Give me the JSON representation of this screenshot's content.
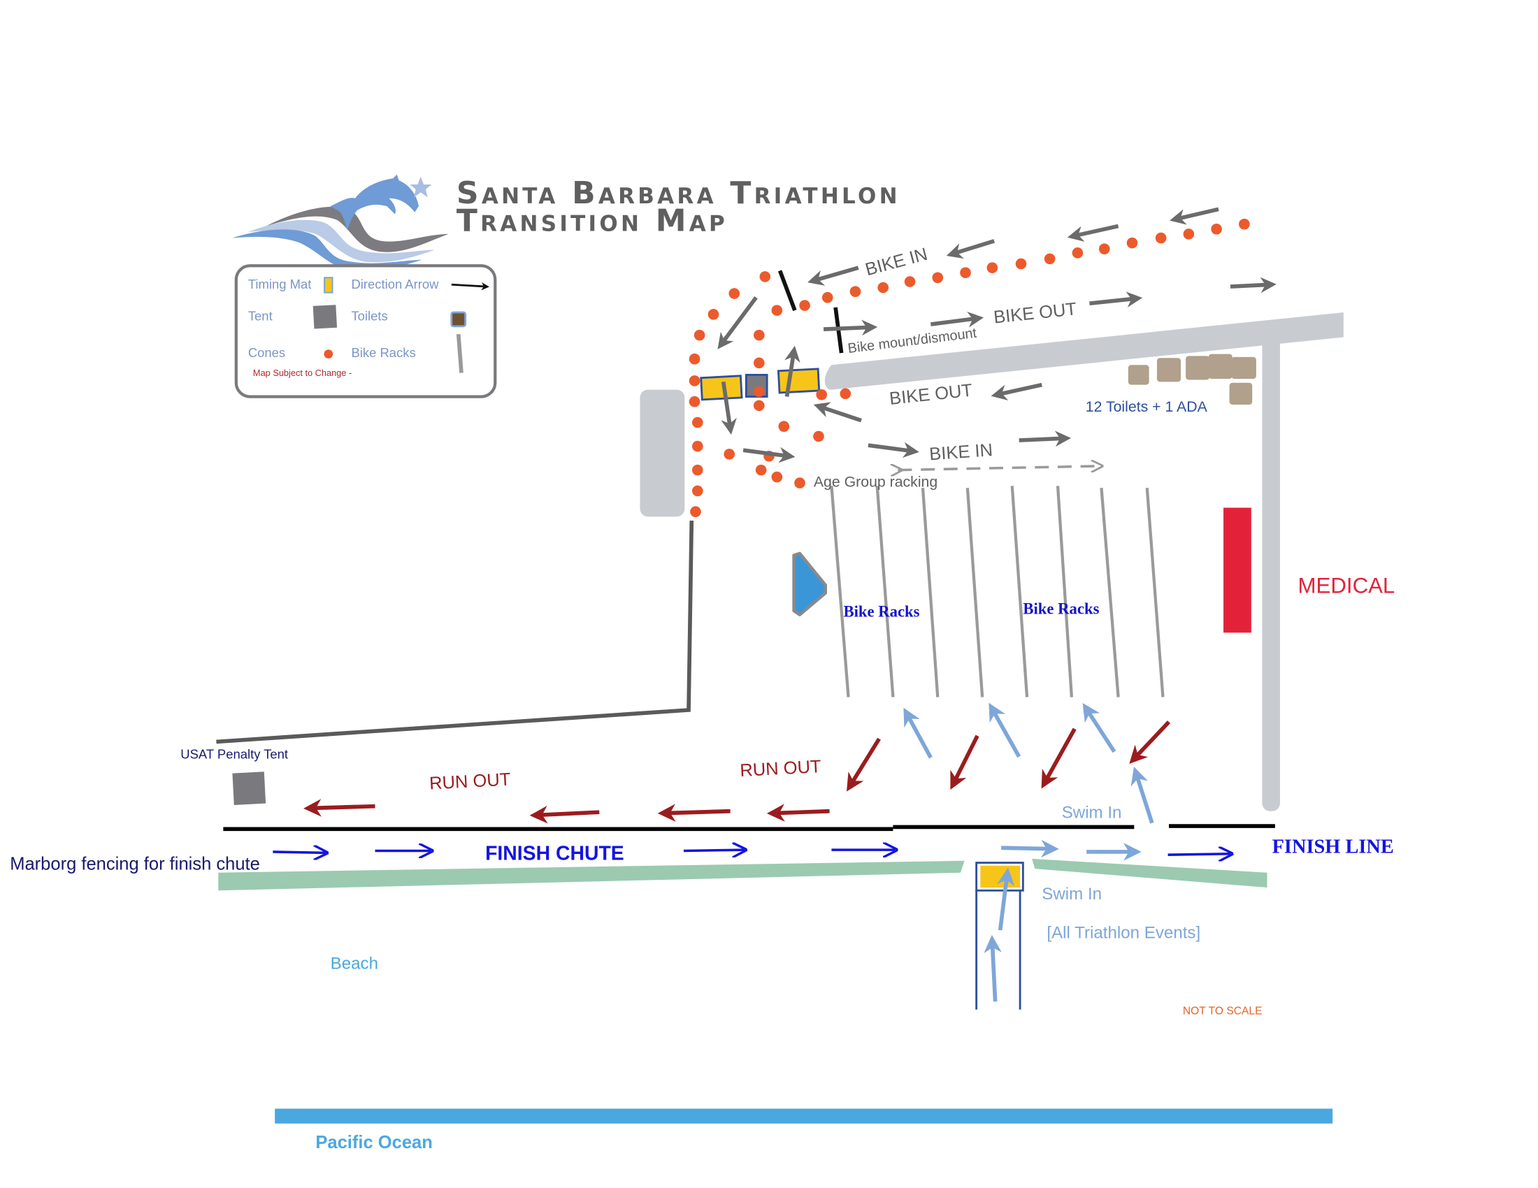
{
  "title": {
    "line1": "Santa Barbara Triathlon",
    "line2": "Transition Map"
  },
  "legend": {
    "timing_mat": "Timing Mat",
    "tent": "Tent",
    "cones": "Cones",
    "direction_arrow": "Direction Arrow",
    "toilets": "Toilets",
    "bike_racks": "Bike Racks",
    "note": "Map Subject to Change  -"
  },
  "labels": {
    "bike_in_top": "BIKE IN",
    "bike_out_top": "BIKE OUT",
    "bike_mount": "Bike mount/dismount",
    "bike_out_mid": "BIKE OUT",
    "bike_in_mid": "BIKE IN",
    "age_group": "Age Group racking",
    "toilets": "12 Toilets + 1 ADA",
    "bike_racks_left": "Bike Racks",
    "bike_racks_right": "Bike Racks",
    "medical": "MEDICAL",
    "penalty_tent": "USAT Penalty Tent",
    "run_out_left": "RUN OUT",
    "run_out_right": "RUN OUT",
    "swim_in_upper": "Swim In",
    "swim_in_lower": "Swim In",
    "all_events": "[All Triathlon Events]",
    "marborg": "Marborg fencing for finish chute",
    "finish_chute": "FINISH CHUTE",
    "finish_line": "FINISH LINE",
    "beach": "Beach",
    "not_to_scale": "NOT TO SCALE",
    "pacific": "Pacific Ocean"
  },
  "colors": {
    "cone": "#ec5a2c",
    "timing_mat": "#f7c51a",
    "timing_mat_border": "#2f4f9b",
    "tent": "#7a7a7e",
    "toilet": "#b0a08c",
    "road": "#c8ccd1",
    "medical": "#e3223a",
    "fence": "#9bcab0",
    "ocean": "#4aa8df",
    "run_arrow": "#9b1c1f",
    "swim_arrow": "#7ea6d8",
    "finish_arrow": "#1414e0",
    "bike_arrow": "#6b6b6b"
  }
}
